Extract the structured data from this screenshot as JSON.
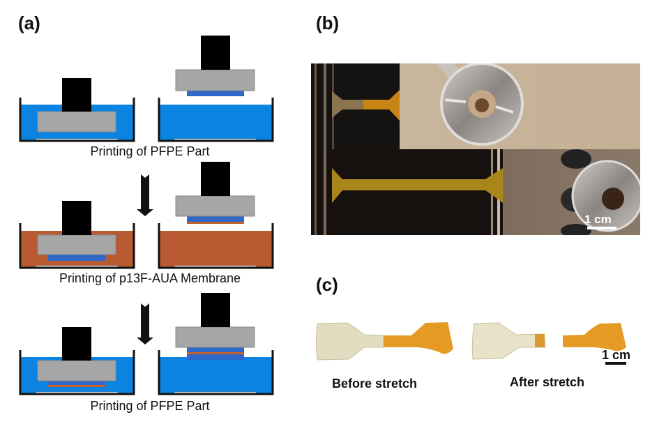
{
  "panels": {
    "a": {
      "label": "(a)",
      "steps": [
        {
          "caption": "Printing of PFPE Part",
          "resin": "PFPE",
          "resin_color": "#0a84e0"
        },
        {
          "caption": "Printing of p13F-AUA Membrane",
          "resin": "p13F-AUA",
          "resin_color": "#b85a32"
        },
        {
          "caption": "Printing of PFPE Part",
          "resin": "PFPE",
          "resin_color": "#0a84e0"
        }
      ],
      "colors": {
        "build_head": "#000000",
        "platform": "#a6a6a6",
        "pfpe_part": "#2f68c8",
        "membrane": "#c0622a",
        "window": "#f2f2f2",
        "vat_wall": "#111111"
      }
    },
    "b": {
      "label": "(b)",
      "scale_bar": "1 cm"
    },
    "c": {
      "label": "(c)",
      "scale_bar": "1 cm",
      "before_caption": "Before stretch",
      "after_caption": "After stretch"
    }
  }
}
